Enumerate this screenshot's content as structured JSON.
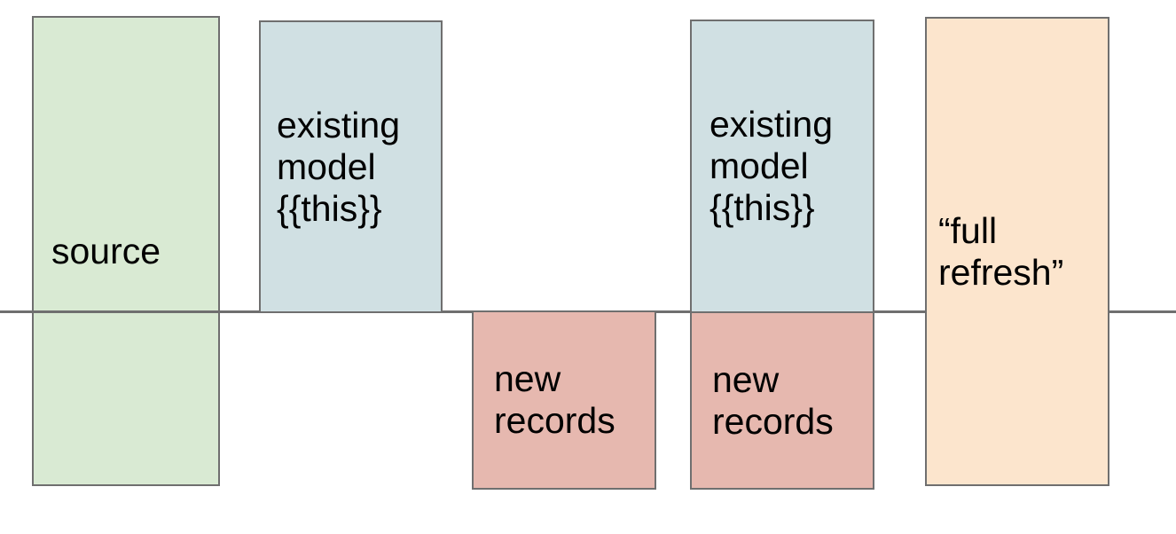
{
  "diagram": {
    "background": "#ffffff",
    "text_color": "#000000",
    "border_color": "#6f6f6f",
    "divider_line": {
      "color": "#6f6f6f"
    },
    "boxes": [
      {
        "name": "source-box",
        "label": "source",
        "fill": "#d9ead3",
        "position": "spans divider"
      },
      {
        "name": "existing-model-box-1",
        "label": "existing\nmodel\n{{this}}",
        "fill": "#d0e0e3",
        "position": "above divider"
      },
      {
        "name": "new-records-box-1",
        "label": "new\nrecords",
        "fill": "#e6b8af",
        "position": "below divider"
      },
      {
        "name": "existing-model-box-2",
        "label": "existing\nmodel\n{{this}}",
        "fill": "#d0e0e3",
        "position": "above divider"
      },
      {
        "name": "new-records-box-2",
        "label": "new\nrecords",
        "fill": "#e6b8af",
        "position": "below divider"
      },
      {
        "name": "full-refresh-box",
        "label": "“full\nrefresh”",
        "fill": "#fce5cd",
        "position": "spans divider"
      }
    ]
  }
}
